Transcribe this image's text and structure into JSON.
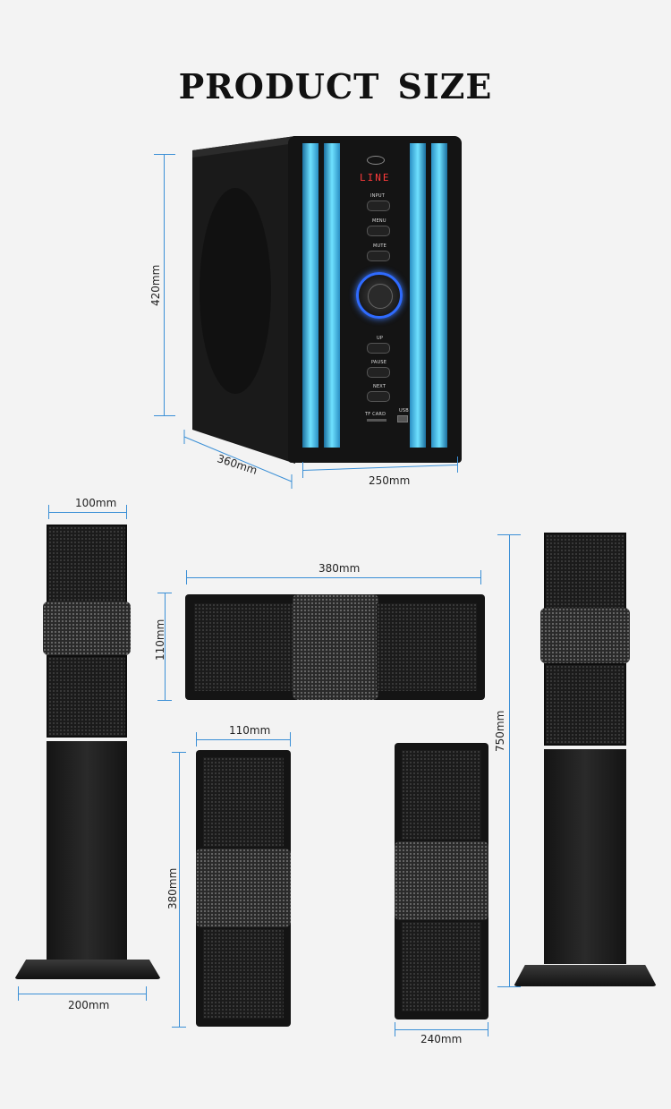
{
  "heading": {
    "word1": "PRODUCT",
    "word2": "SIZE"
  },
  "subwoofer": {
    "height": "420mm",
    "depth": "360mm",
    "width": "250mm",
    "display": "LINE",
    "buttons": [
      "INPUT",
      "MENU",
      "MUTE",
      "UP",
      "PAUSE",
      "NEXT"
    ],
    "port_labels": {
      "tf": "TF CARD",
      "usb": "USB"
    }
  },
  "tower_left": {
    "width_top": "100mm",
    "base": "200mm"
  },
  "tower_right": {
    "height": "750mm"
  },
  "center_speaker": {
    "width": "380mm",
    "height": "110mm"
  },
  "satellite_front": {
    "width": "110mm",
    "height": "380mm"
  },
  "satellite_side": {
    "depth": "240mm"
  },
  "colors": {
    "accent_line": "#3a8fd6",
    "led_blue": "#5fd4ff",
    "cabinet": "#141414"
  }
}
